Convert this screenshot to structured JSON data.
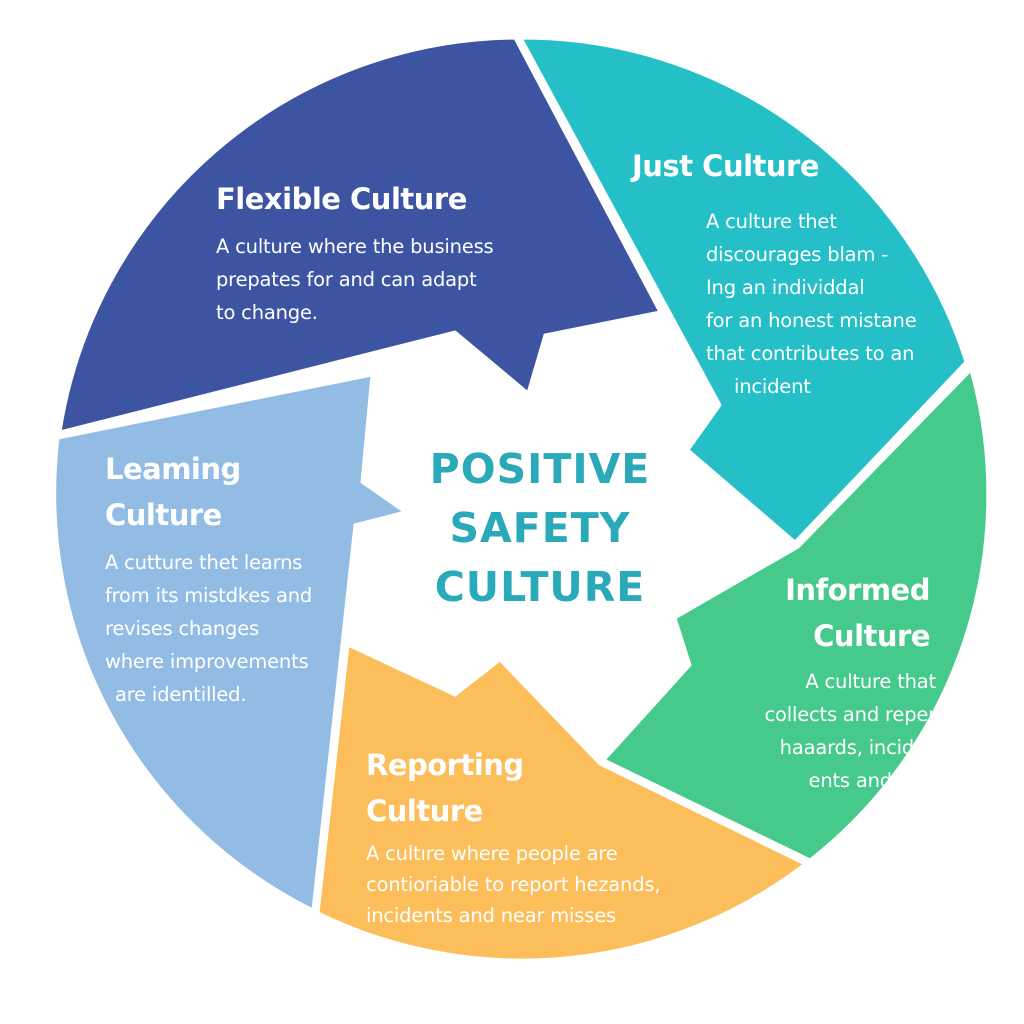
{
  "title": [
    "POSITIVE",
    "SAFETY",
    "CULTURE"
  ],
  "colors": {
    "title": "#2aaab8",
    "flexible": "#3d54a3",
    "just": "#24bfc7",
    "informed": "#46ca8b",
    "reporting": "#fbbe5a",
    "learning": "#93bce5"
  },
  "segments": {
    "flexible": {
      "heading": [
        "Flexible Culture"
      ],
      "body": [
        "A culture where the business",
        "prepates for and can adapt",
        "to change."
      ]
    },
    "just": {
      "heading": [
        "Just Culture"
      ],
      "body": [
        "A culture thet",
        "discourages blam -",
        "Ing an individdal",
        "for an honest mistane",
        "that contributes to an",
        "incident"
      ]
    },
    "informed": {
      "heading": [
        "Informed",
        "Culture"
      ],
      "body": [
        "A culture that",
        "collects and reper",
        "haaards, incid-",
        "ents and"
      ]
    },
    "reporting": {
      "heading": [
        "Reporting",
        "Culture"
      ],
      "body": [
        "A cultıre where people are",
        "contiorіable to report hezands,",
        "incidents and near misses"
      ]
    },
    "learning": {
      "heading": [
        "Leaming",
        "Culture"
      ],
      "body": [
        "A cutture thet learns",
        "from its mistdkes and",
        "revises changes",
        "where improvements",
        "are identilled."
      ]
    }
  }
}
